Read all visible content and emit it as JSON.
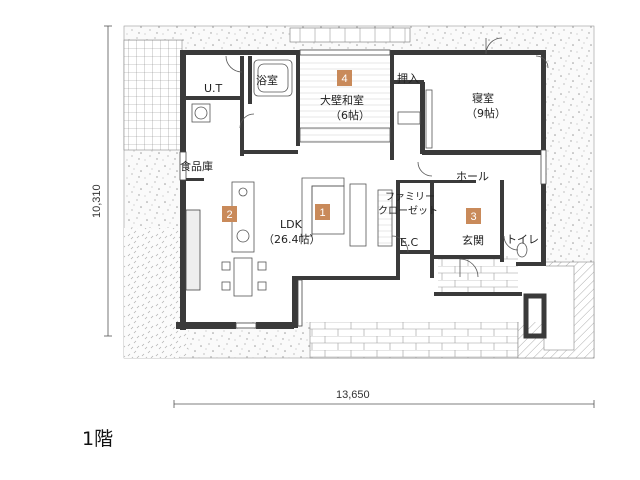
{
  "floor_title": "1階",
  "dimensions": {
    "depth": "10,310",
    "width": "13,650"
  },
  "rooms": {
    "ut": "U.T",
    "bath": "浴室",
    "pantry": "食品庫",
    "ldk_name": "LDK",
    "ldk_size": "（26.4帖）",
    "washitsu_name": "大壁和室",
    "washitsu_size": "（6帖）",
    "oshiire": "押入",
    "bedroom_name": "寝室",
    "bedroom_size": "（9帖）",
    "hall": "ホール",
    "family_closet_1": "ファミリー",
    "family_closet_2": "クローゼット",
    "ec": "E.C",
    "entrance": "玄関",
    "toilet": "トイレ"
  },
  "badges": [
    "1",
    "2",
    "3",
    "4"
  ],
  "colors": {
    "wall": "#3a3a3a",
    "badge": "#c98a5a",
    "tile": "#b8b8b8",
    "gravel_dot": "#9a9a9a",
    "ground": "#f4f4f4"
  }
}
